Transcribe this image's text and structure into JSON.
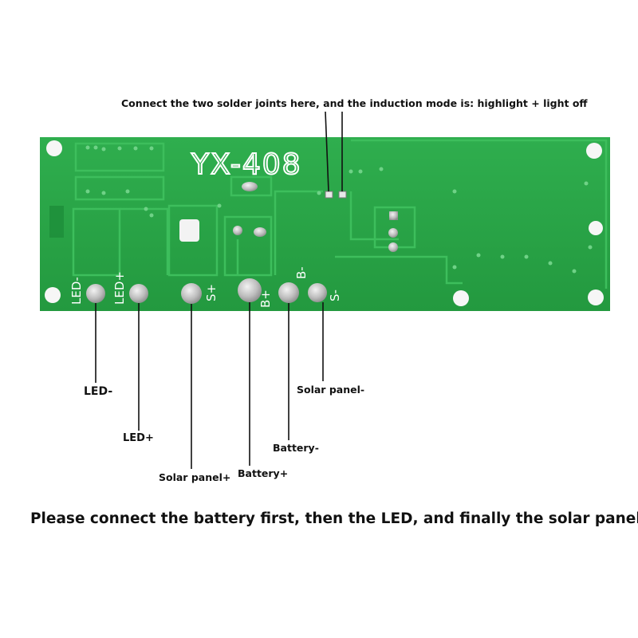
{
  "board": {
    "model": "YX-408",
    "pads": [
      {
        "id": "led-neg",
        "silk": "LED-"
      },
      {
        "id": "led-pos",
        "silk": "LED+"
      },
      {
        "id": "solar-pos",
        "silk": "S+"
      },
      {
        "id": "bat-pos",
        "silk": "B+"
      },
      {
        "id": "bat-neg",
        "silk": "B-"
      },
      {
        "id": "solar-neg",
        "silk": "S-"
      }
    ],
    "colors": {
      "pcb": "#2aa548",
      "pcb_dark": "#1f8d3b",
      "trace": "#35b653",
      "pad": "#c9c9c9",
      "callout": "#111111"
    }
  },
  "annotations": {
    "top_note": "Connect the two solder joints here, and the induction mode is: highlight + light off",
    "led_neg": "LED-",
    "led_pos": "LED+",
    "solar_pos": "Solar panel+",
    "battery_pos": "Battery+",
    "battery_neg": "Battery-",
    "solar_neg": "Solar panel-",
    "bottom_note": "Please connect the battery first, then the LED, and finally the solar panel"
  }
}
